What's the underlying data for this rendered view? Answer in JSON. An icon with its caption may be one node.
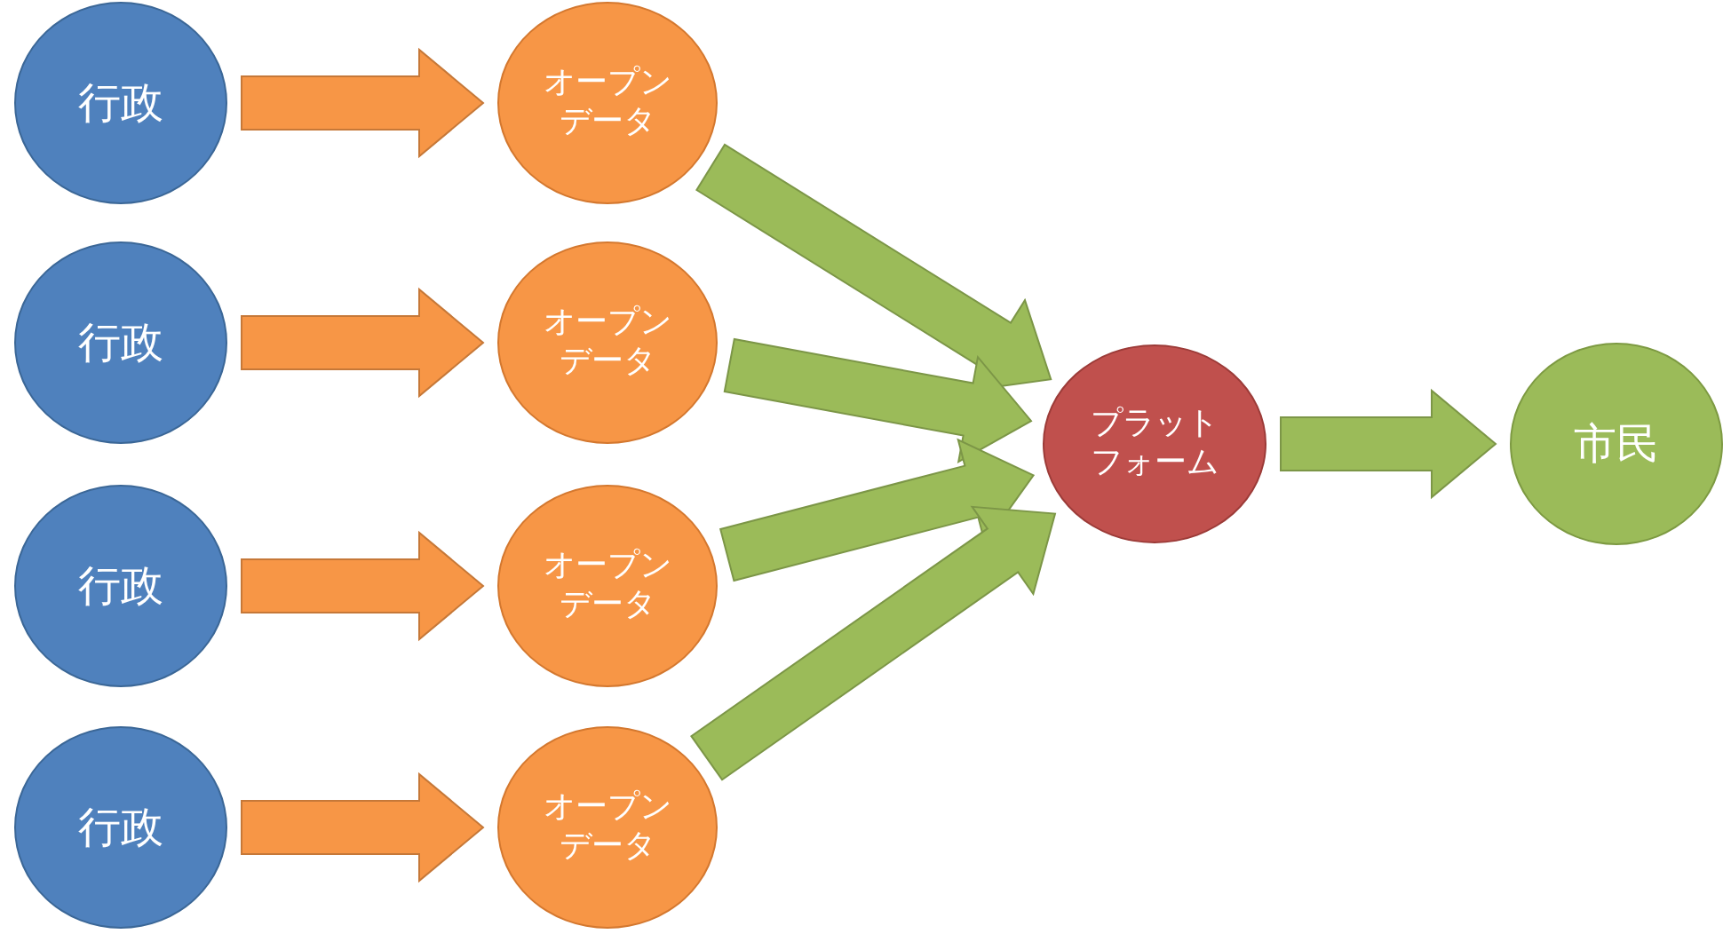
{
  "diagram": {
    "nodes": [
      {
        "text": [
          "行政"
        ]
      },
      {
        "text": [
          "行政"
        ]
      },
      {
        "text": [
          "行政"
        ]
      },
      {
        "text": [
          "行政"
        ]
      },
      {
        "text": [
          "オープンデータ"
        ]
      },
      {
        "text": [
          "オープンデータ"
        ]
      },
      {
        "text": [
          "オープンデータ"
        ]
      },
      {
        "text": [
          "オープンデータ"
        ]
      },
      {
        "text": [
          "プラットフォーム"
        ]
      },
      {
        "text": [
          "市民"
        ]
      }
    ],
    "edges": [
      {
        "from": 0,
        "to": 4,
        "arrow": "to",
        "color": "#f79646"
      },
      {
        "from": 1,
        "to": 5,
        "arrow": "to",
        "color": "#f79646"
      },
      {
        "from": 2,
        "to": 6,
        "arrow": "to",
        "color": "#f79646"
      },
      {
        "from": 3,
        "to": 7,
        "arrow": "to",
        "color": "#f79646"
      },
      {
        "from": 4,
        "to": 8,
        "arrow": "to"
      },
      {
        "from": 5,
        "to": 8,
        "arrow": "to"
      },
      {
        "from": 6,
        "to": 8,
        "arrow": "to"
      },
      {
        "from": 7,
        "to": 8,
        "arrow": "to"
      },
      {
        "from": 8,
        "to": 9,
        "arrow": "to"
      }
    ]
  }
}
